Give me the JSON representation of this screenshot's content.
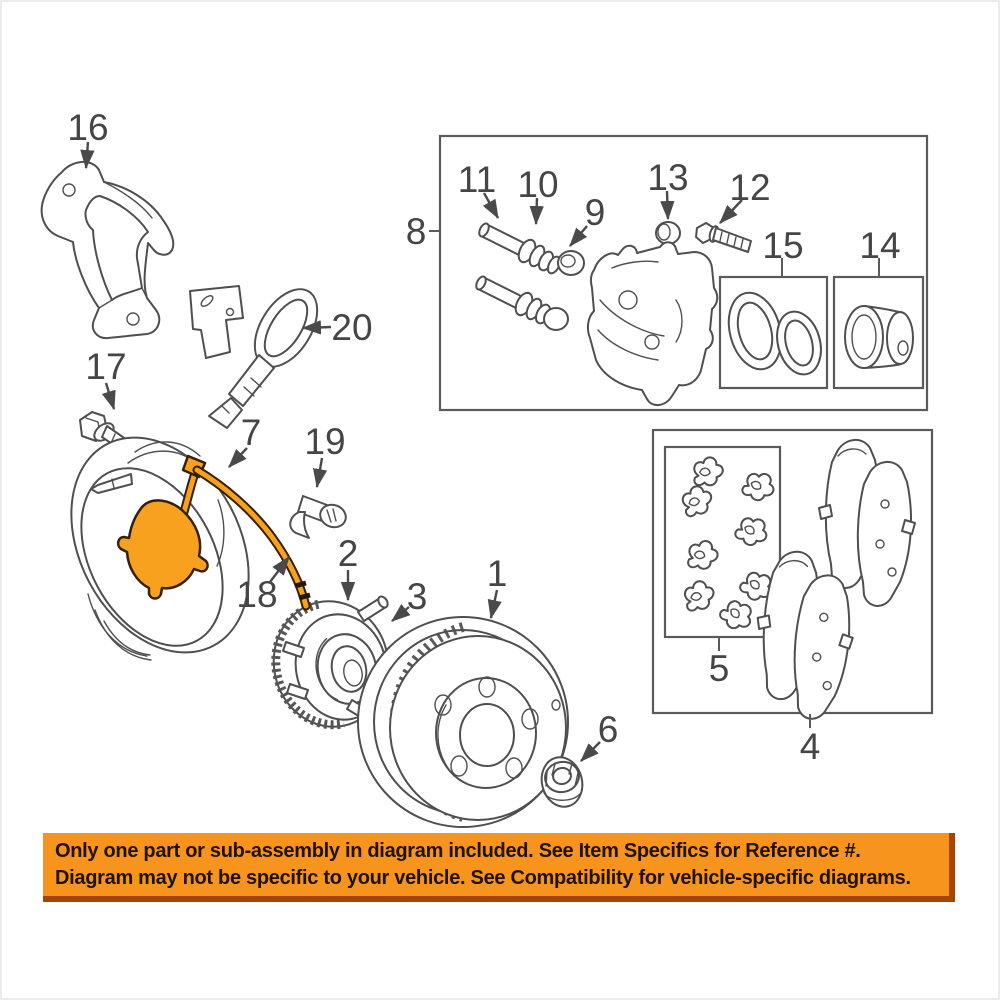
{
  "diagram": {
    "callouts": {
      "1": "1",
      "2": "2",
      "3": "3",
      "4": "4",
      "5": "5",
      "6": "6",
      "7": "7",
      "8": "8",
      "9": "9",
      "10": "10",
      "11": "11",
      "12": "12",
      "13": "13",
      "14": "14",
      "15": "15",
      "16": "16",
      "17": "17",
      "18": "18",
      "19": "19",
      "20": "20"
    }
  },
  "banner": {
    "line1": "Only one part or sub-assembly in diagram included. See Item Specifics for Reference #.",
    "line2": "Diagram may not be specific to your vehicle. See Compatibility for vehicle-specific diagrams."
  },
  "colors": {
    "highlight": "#F7A11E",
    "banner_bg": "#F7941E",
    "banner_border": "#A84300",
    "line": "#4F4F4F"
  }
}
